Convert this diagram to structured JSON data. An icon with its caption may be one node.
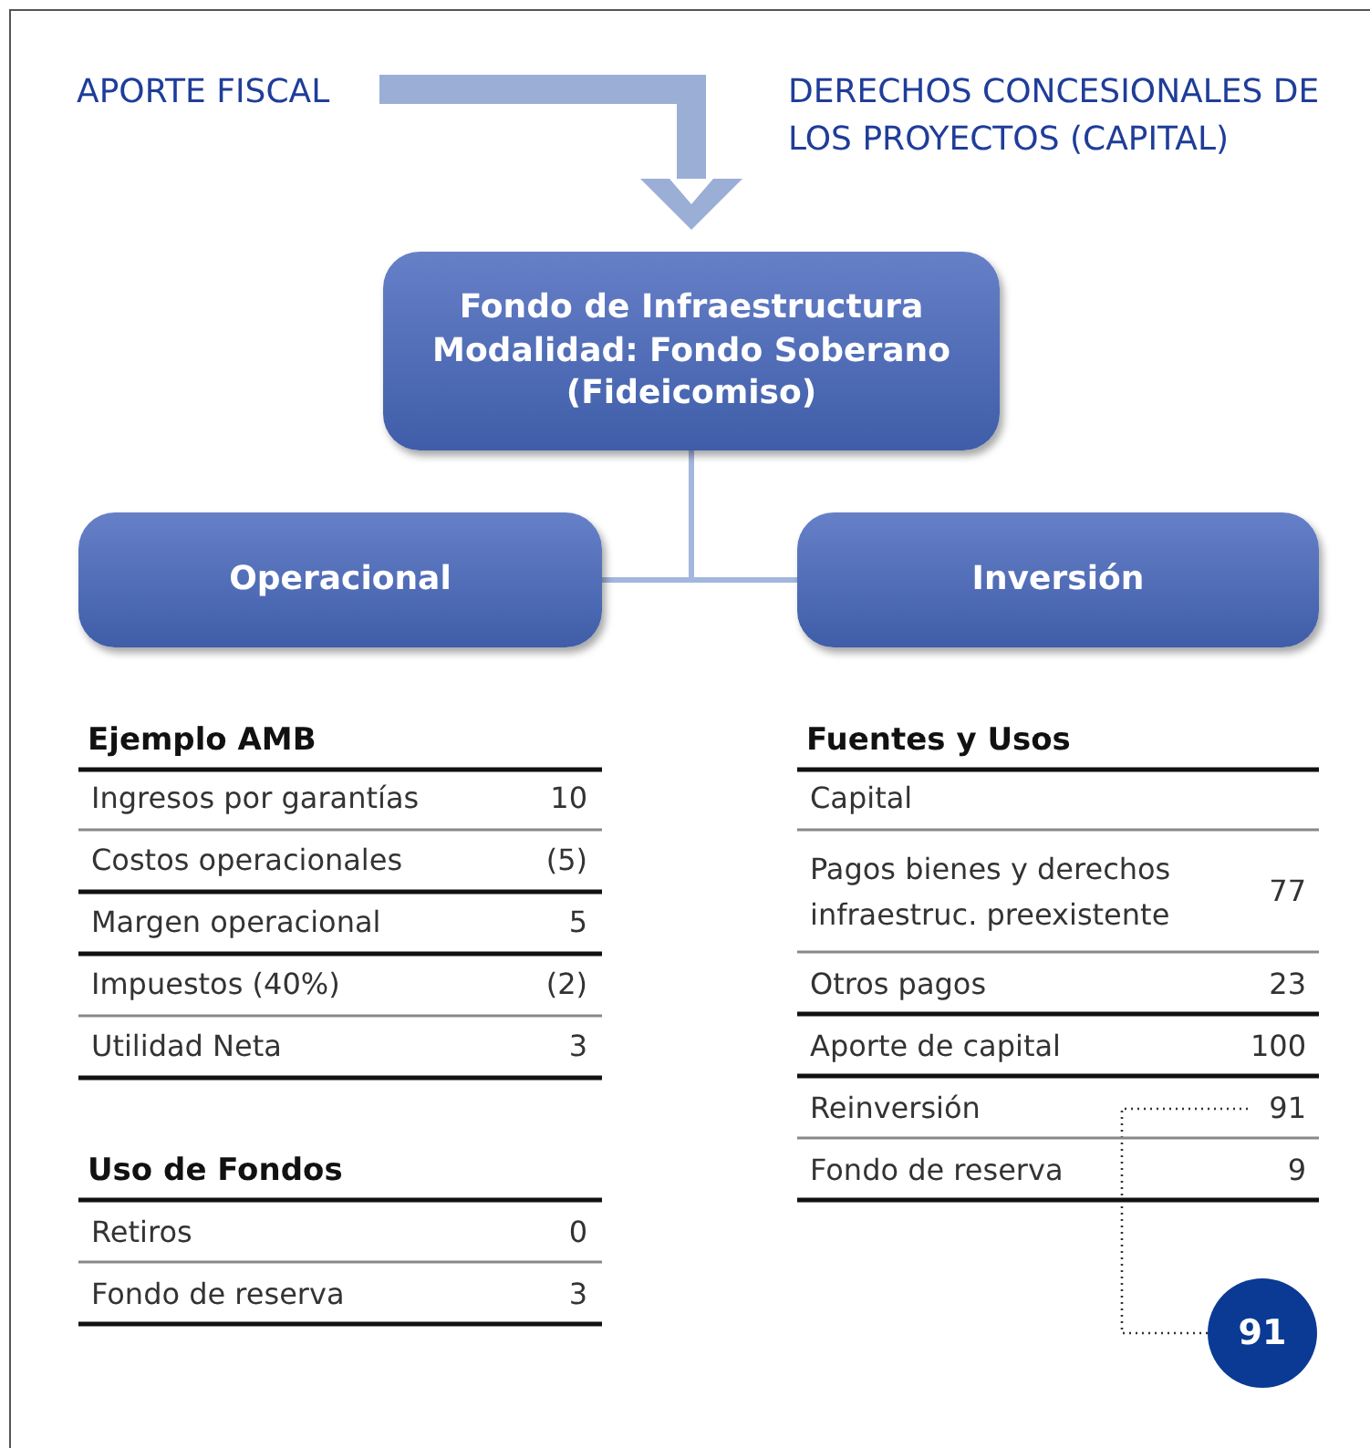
{
  "diagram": {
    "nodes": [
      {
        "text": [
          "APORTE FISCAL"
        ]
      },
      {
        "text": [
          "Fondo de Infraestructura Modalidad: Fondo Soberano (Fideicomiso)"
        ]
      },
      {
        "text": [
          "Operacional"
        ]
      },
      {
        "text": [
          "Inversión"
        ]
      },
      {
        "text": [
          "91"
        ]
      },
      {
        "text": [
          "91"
        ]
      }
    ],
    "edges": [
      {
        "from": 0,
        "to": 1,
        "arrow": "to",
        "style": "thick"
      },
      {
        "from": 1,
        "to": 2,
        "arrow": "none"
      },
      {
        "from": 1,
        "to": 3,
        "arrow": "none"
      },
      {
        "from": 4,
        "to": 5,
        "arrow": "none",
        "style": "dashed",
        "color": "#333333"
      }
    ],
    "labels": [
      "DERECHOS CONCESIONALES DE LOS PROYECTOS (CAPITAL)",
      "Ejemplo AMB",
      "Ingresos por garantías",
      "10",
      "Costos operacionales",
      "(5)",
      "Margen operacional",
      "5",
      "Impuestos (40%)",
      "(2)",
      "Utilidad Neta",
      "3",
      "Uso de Fondos",
      "Retiros",
      "0",
      "Fondo de reserva",
      "3",
      "Fuentes y Usos",
      "Capital",
      "Pagos bienes y derechos infraestruc. preexistente",
      "77",
      "Otros pagos",
      "23",
      "Aporte de capital",
      "100",
      "Reinversión",
      "Fondo de reserva",
      "9"
    ]
  }
}
